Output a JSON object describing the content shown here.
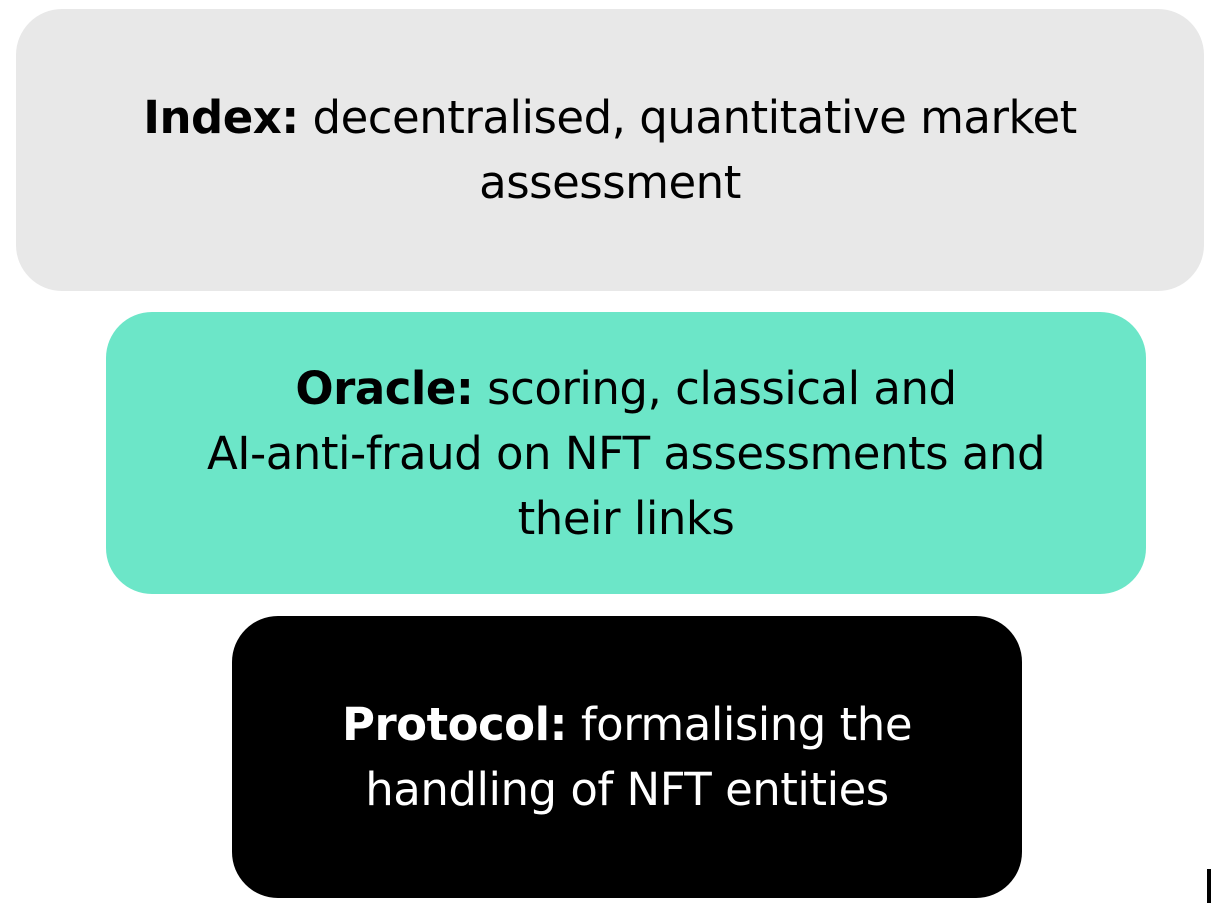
{
  "colors": {
    "index_bg": "#e8e8e8",
    "oracle_bg": "#6ce6c8",
    "protocol_bg": "#000000",
    "index_text": "#000000",
    "oracle_text": "#000000",
    "protocol_text": "#ffffff"
  },
  "layers": {
    "index": {
      "label": "Index:",
      "line1": " decentralised, quantitative market",
      "line2": "assessment"
    },
    "oracle": {
      "label": "Oracle:",
      "line1": " scoring, classical and",
      "line2": "AI-anti-fraud on NFT assessments and",
      "line3": "their links"
    },
    "protocol": {
      "label": "Protocol:",
      "line1": " formalising the",
      "line2": "handling of NFT entities"
    }
  }
}
